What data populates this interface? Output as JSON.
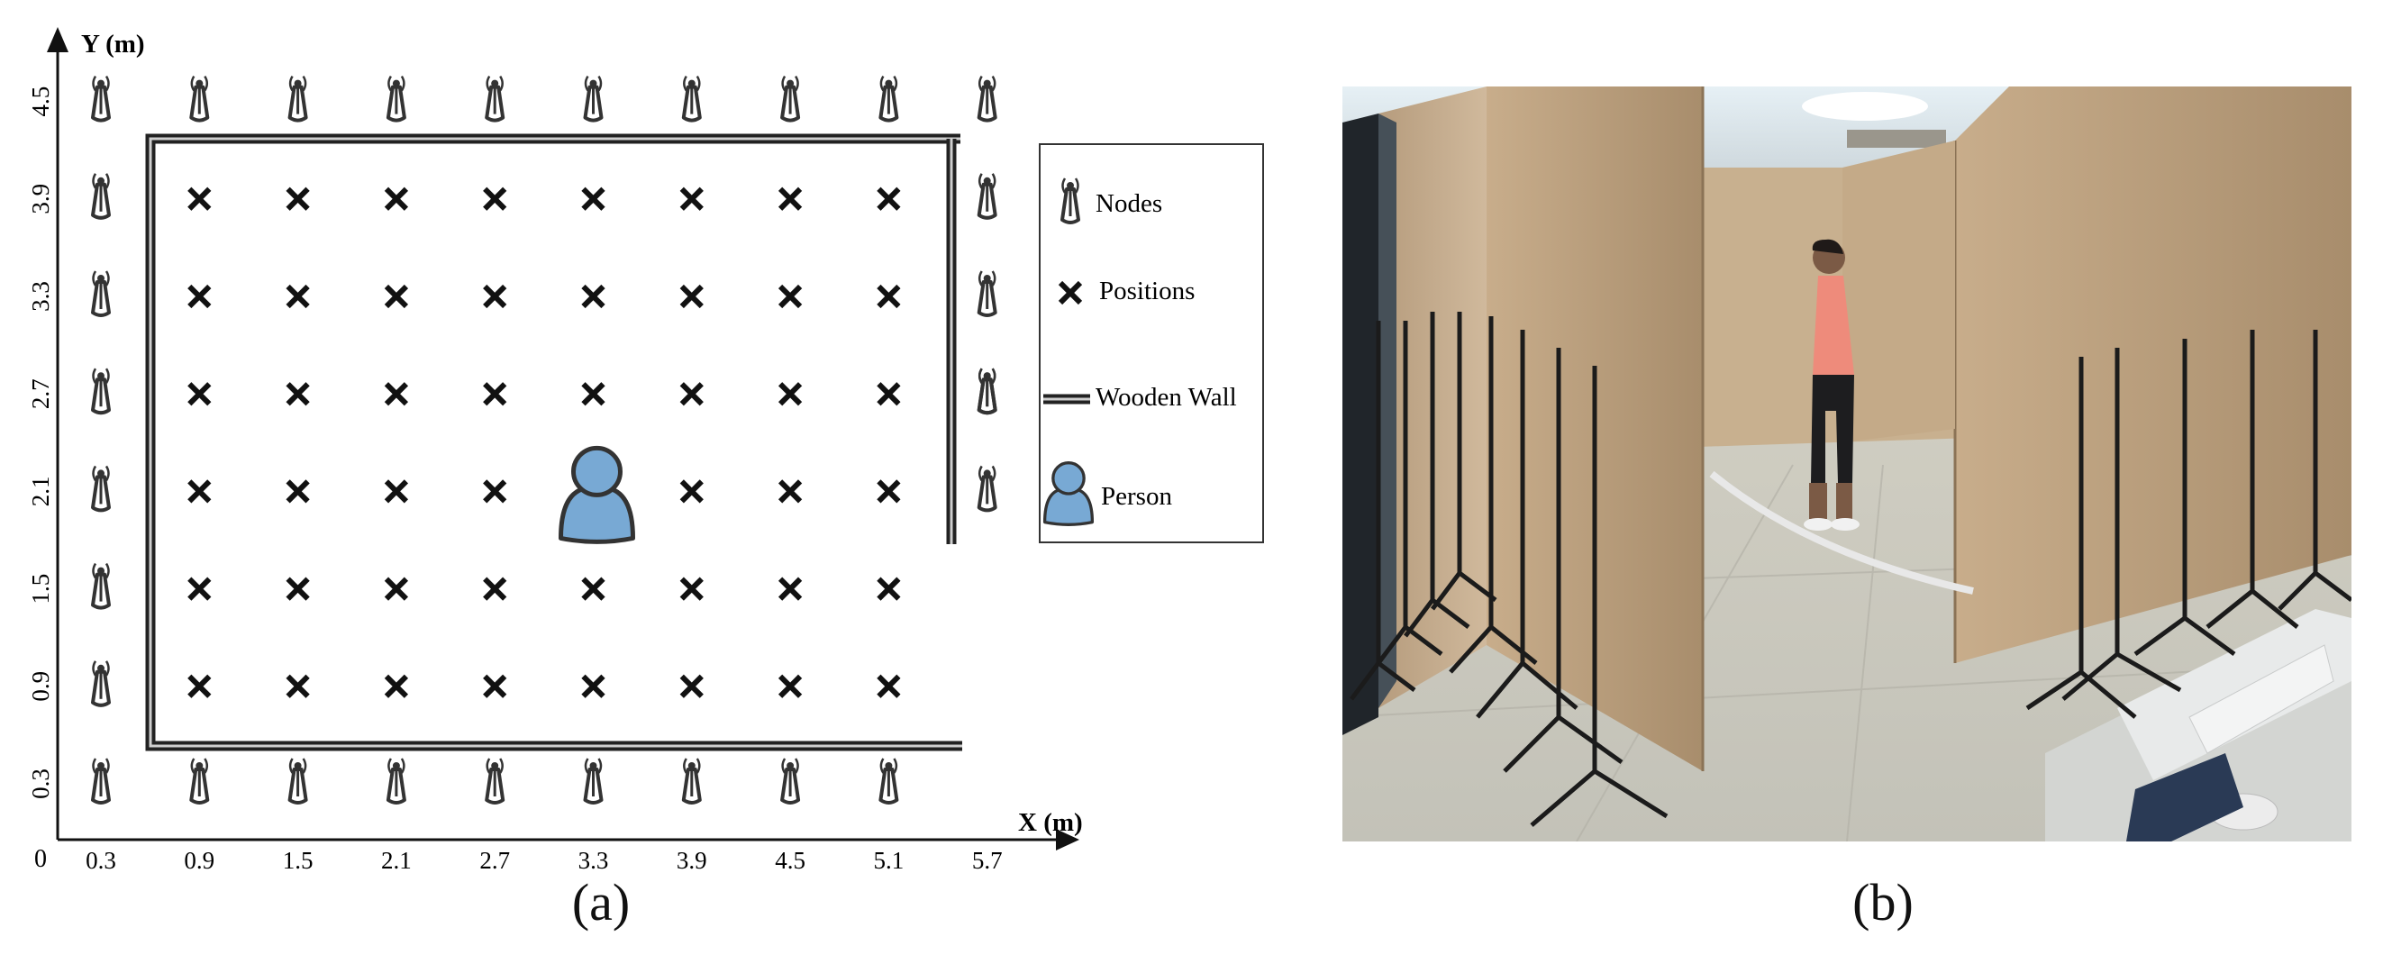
{
  "axes": {
    "origin": "0",
    "x_label": "X (m)",
    "y_label": "Y (m)",
    "x_ticks": [
      "0.3",
      "0.9",
      "1.5",
      "2.1",
      "2.7",
      "3.3",
      "3.9",
      "4.5",
      "5.1",
      "5.7"
    ],
    "y_ticks": [
      "0.3",
      "0.9",
      "1.5",
      "2.1",
      "2.7",
      "3.3",
      "3.9",
      "4.5"
    ]
  },
  "nodes": {
    "bottom_row_x": [
      0.3,
      0.9,
      1.5,
      2.1,
      2.7,
      3.3,
      3.9,
      4.5,
      5.1
    ],
    "top_row_x": [
      0.3,
      0.9,
      1.5,
      2.1,
      2.7,
      3.3,
      3.9,
      4.5,
      5.1,
      5.7
    ],
    "left_col_y": [
      0.9,
      1.5,
      2.1,
      2.7,
      3.3,
      3.9
    ],
    "right_col_y": [
      2.1,
      2.7,
      3.3,
      3.9
    ]
  },
  "positions": {
    "x": [
      0.9,
      1.5,
      2.1,
      2.7,
      3.3,
      3.9,
      4.5,
      5.1
    ],
    "y": [
      0.9,
      1.5,
      2.1,
      2.7,
      3.3,
      3.9
    ],
    "omitted": [
      [
        3.3,
        2.1
      ]
    ]
  },
  "person": {
    "x": 3.3,
    "y": 2.1,
    "color": "#78a9d4"
  },
  "wall_color": "#222222",
  "legend": {
    "nodes": "Nodes",
    "positions": "Positions",
    "wall": "Wooden Wall",
    "person": "Person"
  },
  "photo": {
    "description_icon": "photo-of-test-room"
  },
  "captions": {
    "a": "(a)",
    "b": "(b)"
  }
}
